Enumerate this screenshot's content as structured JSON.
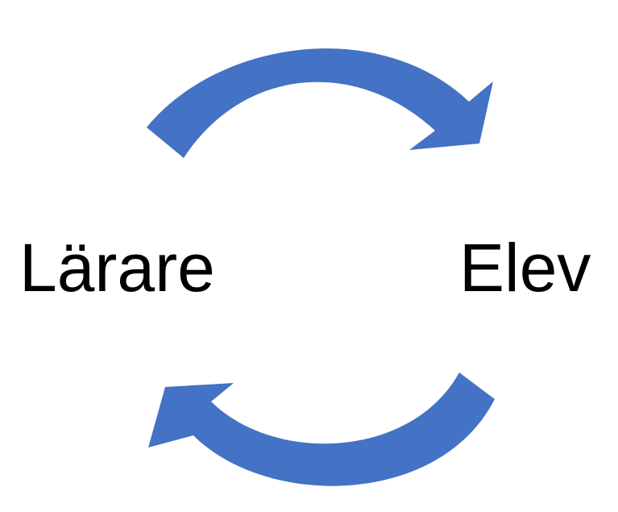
{
  "diagram": {
    "nodes": [
      {
        "id": "left",
        "label": "Lärare"
      },
      {
        "id": "right",
        "label": "Elev"
      }
    ],
    "edges": [
      {
        "from": "left",
        "to": "right",
        "icon": "curved-arrow-right-icon"
      },
      {
        "from": "right",
        "to": "left",
        "icon": "curved-arrow-left-icon"
      }
    ],
    "colors": {
      "arrow": "#4472C4",
      "text": "#000000",
      "background": "#FFFFFF"
    }
  }
}
